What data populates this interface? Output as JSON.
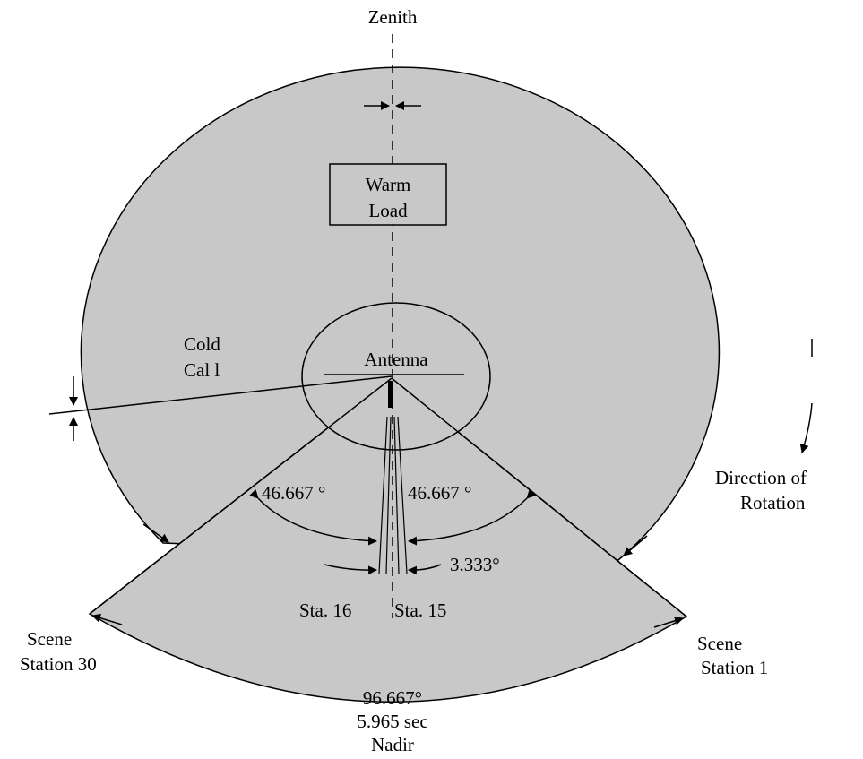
{
  "colors": {
    "background": "#ffffff",
    "fill": "#c8c8c8",
    "stroke": "#000000"
  },
  "labels": {
    "zenith": "Zenith",
    "warm_load_line1": "Warm",
    "warm_load_line2": "Load",
    "antenna": "Antenna",
    "cold_cal_line1": "Cold",
    "cold_cal_line2": "Cal l",
    "direction_line1": "Direction of",
    "direction_line2": "Rotation",
    "angle_left": "46.667 °",
    "angle_right": "46.667 °",
    "angle_small": "3.333°",
    "sta16": "Sta. 16",
    "sta15": "Sta. 15",
    "scene30_line1": "Scene",
    "scene30_line2": "Station 30",
    "scene1_line1": "Scene",
    "scene1_line2": "Station 1",
    "scan_angle": "96.667°",
    "scan_time": "5.965 sec",
    "nadir": "Nadir"
  }
}
